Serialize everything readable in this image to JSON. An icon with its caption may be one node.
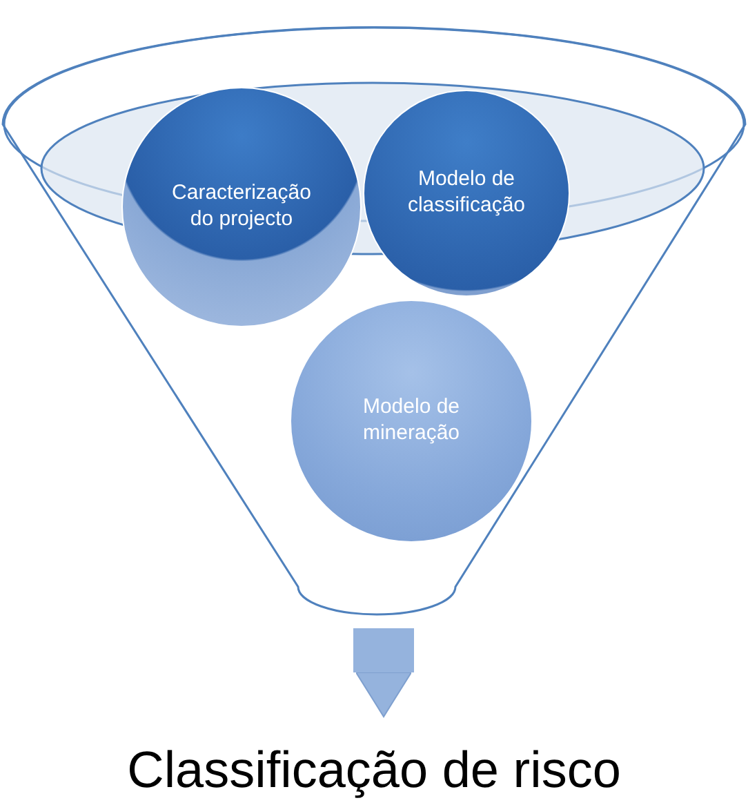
{
  "diagram": {
    "nodes": [
      {
        "text": [],
        "shape": "funnel"
      },
      {
        "text": [
          "Caracterização do projecto"
        ],
        "in": 0
      },
      {
        "text": [
          "Modelo de classificação"
        ],
        "in": 0
      },
      {
        "text": [
          "Modelo de mineração"
        ],
        "in": 0
      },
      {
        "text": [
          "Classificação de risco"
        ]
      }
    ],
    "edges": [
      {
        "from": 0,
        "to": 4,
        "arrow": "to"
      }
    ]
  }
}
